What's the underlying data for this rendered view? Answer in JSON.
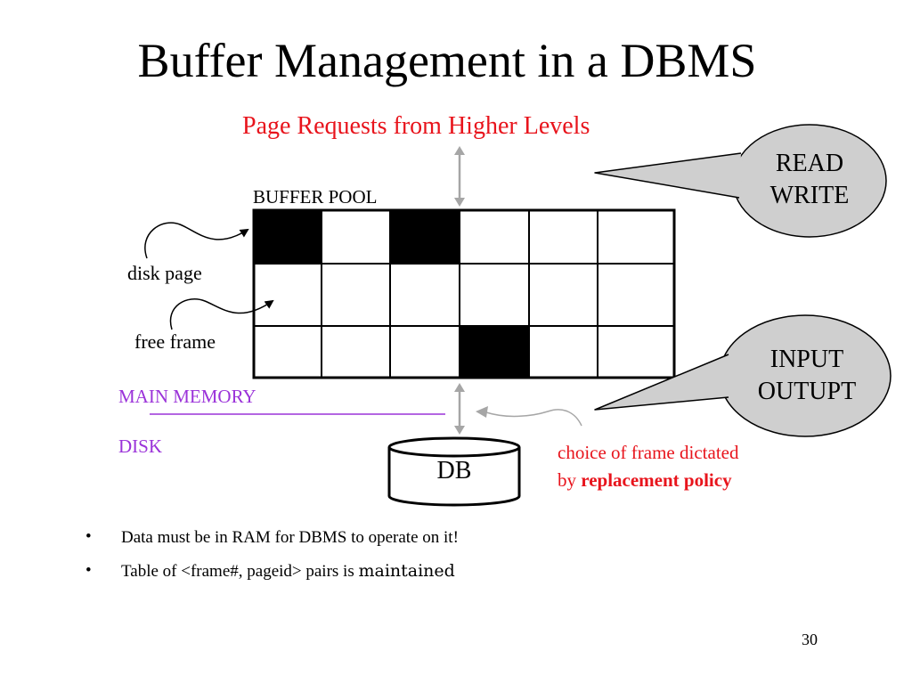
{
  "slide": {
    "title": "Buffer Management in a DBMS",
    "page_number": "30"
  },
  "diagram": {
    "requests_label": "Page Requests from Higher Levels",
    "buffer_pool_label": "BUFFER POOL",
    "disk_page_label": "disk page",
    "free_frame_label": "free frame",
    "main_memory_label": "MAIN MEMORY",
    "disk_label": "DISK",
    "db_label": "DB",
    "callout_read_write": {
      "line1": "READ",
      "line2": "WRITE"
    },
    "callout_input_output": {
      "line1": "INPUT",
      "line2": "OUTUPT"
    },
    "policy_note": {
      "line1": "choice of frame dictated",
      "line2_prefix": "by ",
      "line2_bold": "replacement policy"
    },
    "buffer_pool": {
      "rows": 3,
      "cols": 6,
      "occupied_frames": [
        [
          0,
          0
        ],
        [
          0,
          2
        ],
        [
          2,
          3
        ]
      ]
    },
    "colors": {
      "accent_red": "#e8141c",
      "memory_purple": "#9b33d9",
      "arrow_gray": "#a6a6a6",
      "bubble_fill": "#cfcfcf"
    }
  },
  "bullets": [
    {
      "text": "Data must be in RAM for DBMS to operate on it!",
      "tail": ""
    },
    {
      "text": "Table of <frame#, pageid> pairs is ",
      "tail": "maintained"
    }
  ]
}
